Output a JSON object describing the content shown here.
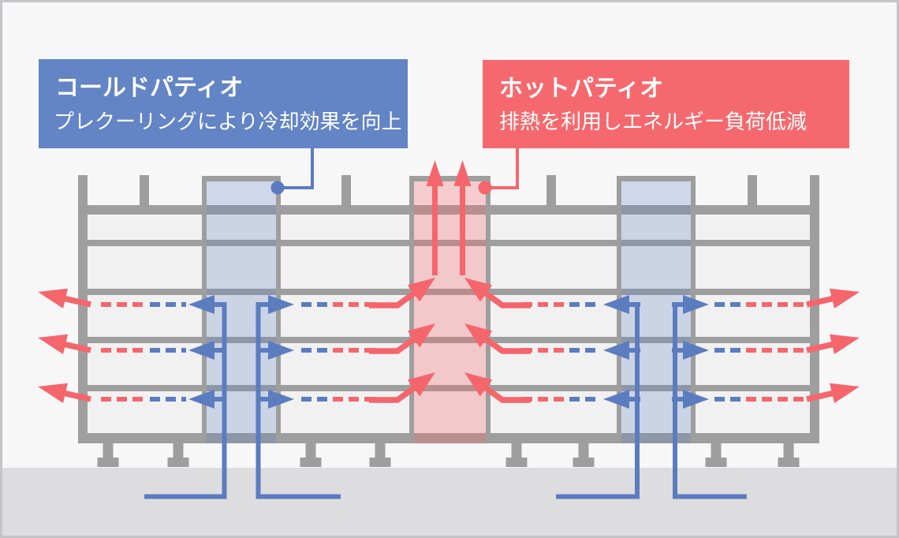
{
  "callouts": {
    "cold": {
      "title": "コールドパティオ",
      "subtitle": "プレクーリングにより冷却効果を向上"
    },
    "hot": {
      "title": "ホットパティオ",
      "subtitle": "排熱を利用しエネルギー負荷低減"
    }
  },
  "colors": {
    "background": "#f7f7f8",
    "interior": "#f1f1f2",
    "ground": "#dddddf",
    "structure": "#9e9e9e",
    "border": "#c5c5c7",
    "cold_accent": "#6384c5",
    "hot_accent": "#f5696e",
    "flow_blue": "#5c7cc0",
    "flow_red": "#f5666c",
    "text": "#ffffff"
  }
}
